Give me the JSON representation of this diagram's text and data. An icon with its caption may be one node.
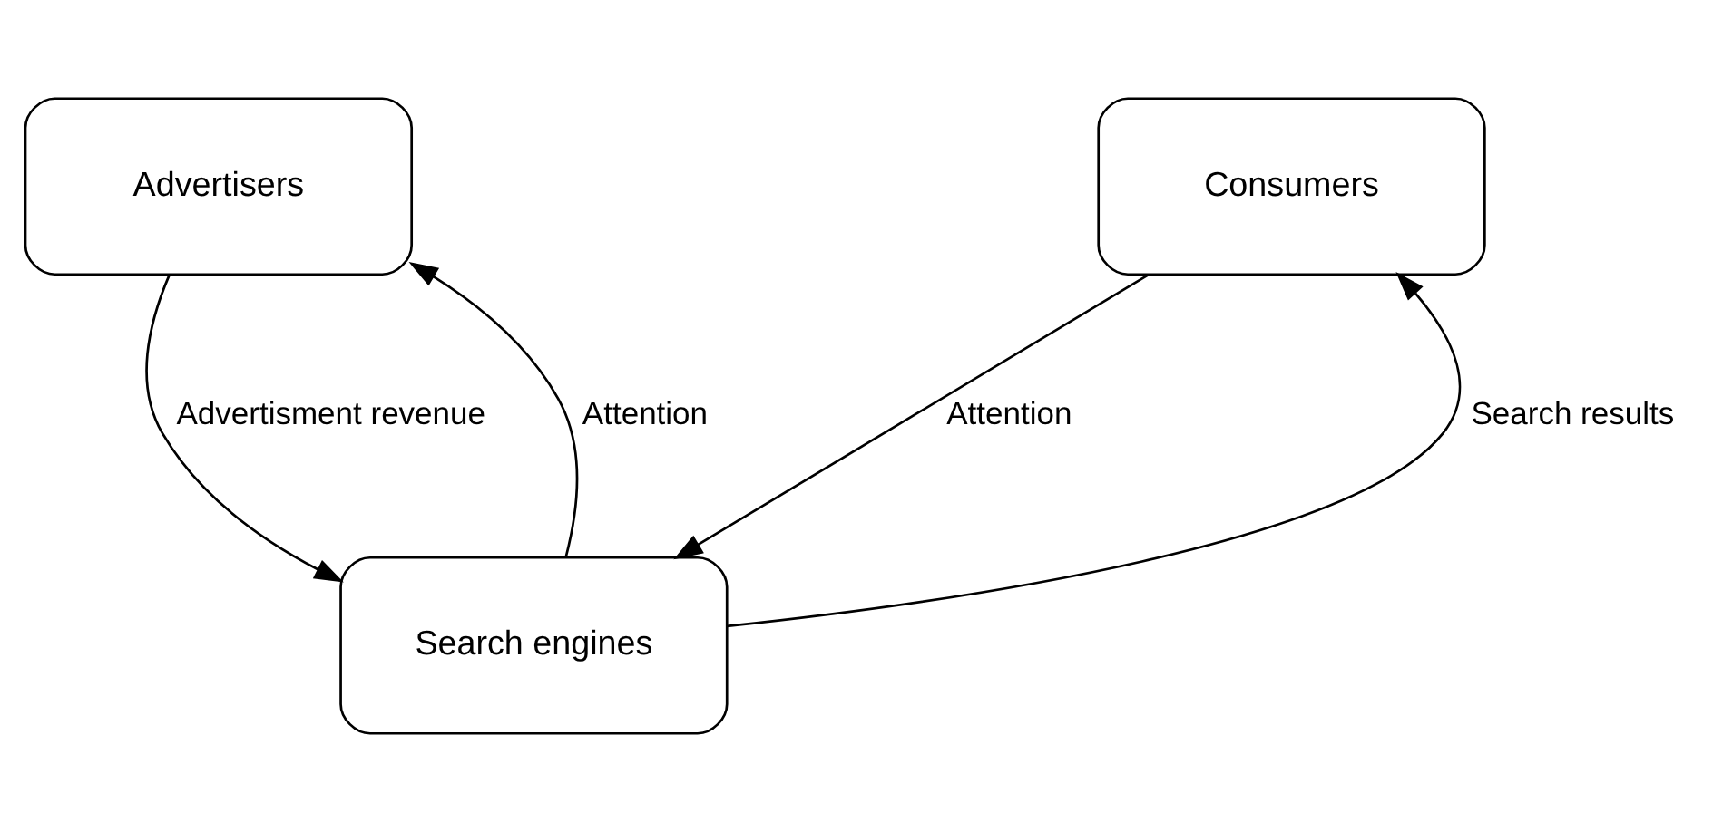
{
  "diagram": {
    "nodes": [
      {
        "text": [
          "Advertisers"
        ]
      },
      {
        "text": [
          "Consumers"
        ]
      },
      {
        "text": [
          "Search engines"
        ]
      }
    ],
    "edges": [
      {
        "from": 0,
        "to": 2,
        "arrow": "to",
        "label": "Advertisment revenue"
      },
      {
        "from": 2,
        "to": 1,
        "arrow": "to",
        "label": "Search results"
      },
      {
        "from": 1,
        "to": 2,
        "arrow": "to",
        "label": "Attention"
      },
      {
        "from": 2,
        "to": 0,
        "arrow": "to",
        "label": "Attention"
      }
    ]
  }
}
